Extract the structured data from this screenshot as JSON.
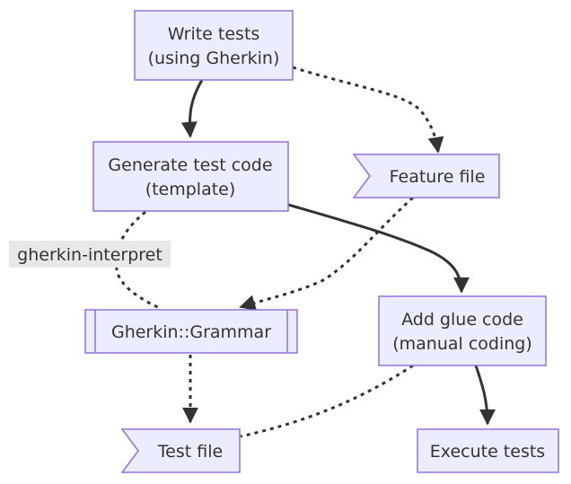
{
  "diagram": {
    "colors": {
      "node_fill": "#ececff",
      "node_stroke": "#9370db",
      "edge": "#333333",
      "label_bg": "#e8e8e8",
      "text": "#333333"
    },
    "nodes": {
      "write_tests": {
        "line1": "Write tests",
        "line2": "(using Gherkin)"
      },
      "generate_code": {
        "line1": "Generate test code",
        "line2": "(template)"
      },
      "feature_file": {
        "label": "Feature file"
      },
      "grammar": {
        "label": "Gherkin::Grammar"
      },
      "glue_code": {
        "line1": "Add glue code",
        "line2": "(manual coding)"
      },
      "test_file": {
        "label": "Test file"
      },
      "execute": {
        "label": "Execute tests"
      }
    },
    "edge_labels": {
      "interpret": "gherkin-interpret"
    }
  }
}
